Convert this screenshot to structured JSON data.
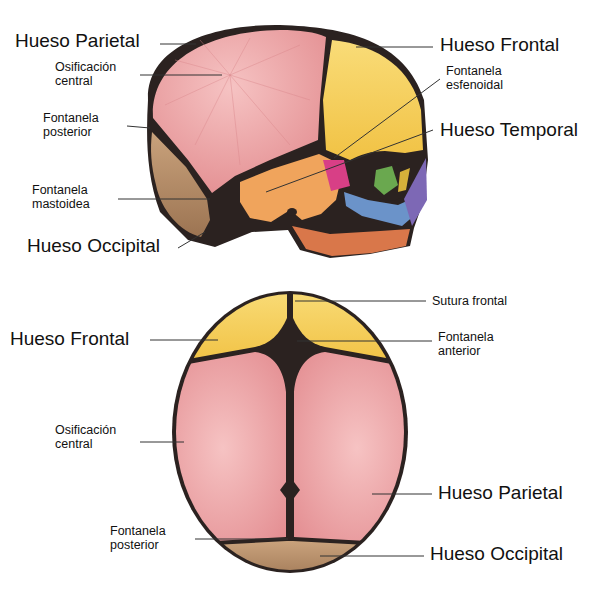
{
  "diagram": {
    "labels": [
      "Hueso Parietal",
      "Hueso Frontal",
      "Osificación central",
      "Fontanela esfenoidal",
      "Hueso Temporal",
      "Fontanela posterior",
      "Fontanela mastoidea",
      "Hueso Occipital",
      "Sutura frontal",
      "Hueso Frontal",
      "Fontanela anterior",
      "Osificación central",
      "Hueso Parietal",
      "Fontanela posterior",
      "Hueso Occipital"
    ]
  }
}
